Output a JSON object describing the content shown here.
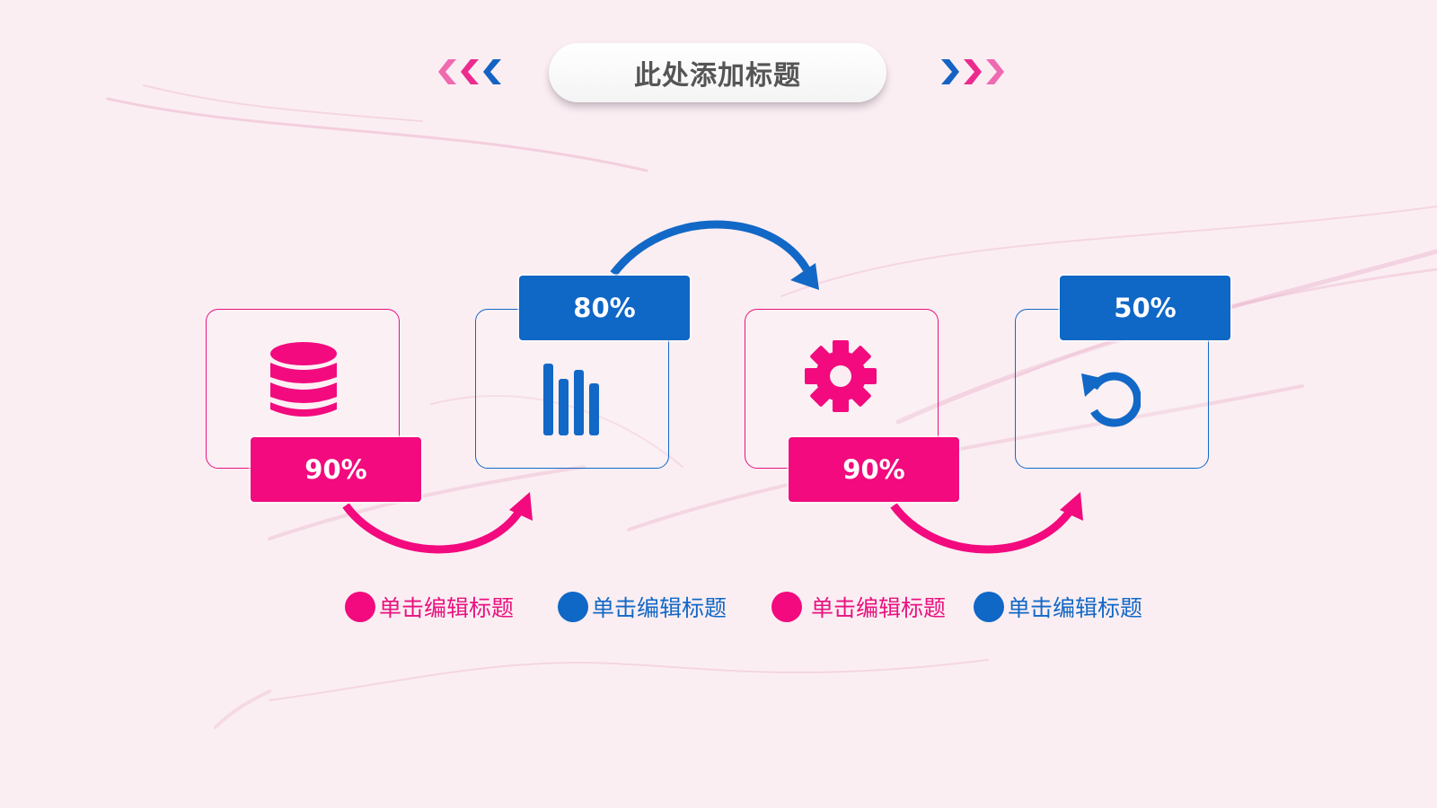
{
  "slide": {
    "title": "此处添加标题",
    "colors": {
      "pink": "#f20a7e",
      "blue": "#0f67c6",
      "background": "#fbeef3",
      "title_text": "#555555"
    }
  },
  "steps": [
    {
      "value": "90%",
      "icon": "database-icon",
      "color": "pink",
      "badge_position": "bottom"
    },
    {
      "value": "80%",
      "icon": "bar-chart-icon",
      "color": "blue",
      "badge_position": "top"
    },
    {
      "value": "90%",
      "icon": "gear-icon",
      "color": "pink",
      "badge_position": "bottom"
    },
    {
      "value": "50%",
      "icon": "undo-icon",
      "color": "blue",
      "badge_position": "top"
    }
  ],
  "connectors": [
    {
      "from": 1,
      "to": 2,
      "color": "pink",
      "direction": "below"
    },
    {
      "from": 2,
      "to": 3,
      "color": "blue",
      "direction": "above"
    },
    {
      "from": 3,
      "to": 4,
      "color": "pink",
      "direction": "below"
    }
  ],
  "legend": [
    {
      "label": "单击编辑标题",
      "color": "pink"
    },
    {
      "label": "单击编辑标题",
      "color": "blue"
    },
    {
      "label": "单击编辑标题",
      "color": "pink"
    },
    {
      "label": "单击编辑标题",
      "color": "blue"
    }
  ]
}
